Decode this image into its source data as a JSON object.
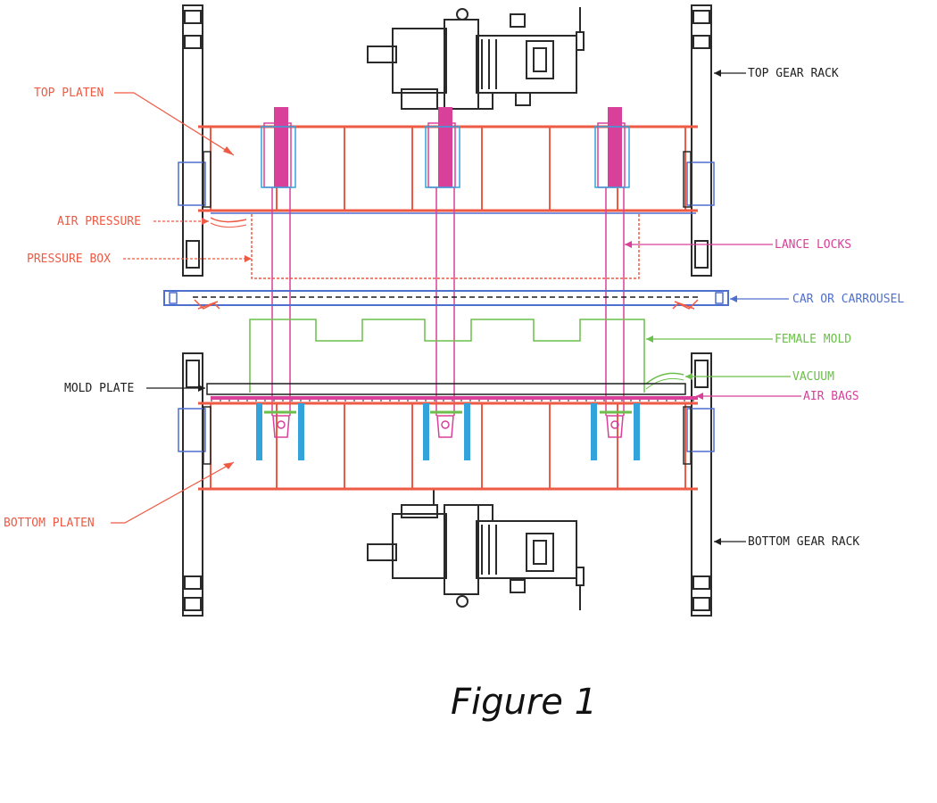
{
  "colors": {
    "red": "#ef5a44",
    "magenta": "#d8409a",
    "blue": "#4f6fcf",
    "cyan": "#34a3dc",
    "green": "#6cbf4a",
    "black": "#1f1f1f",
    "steel": "#3a3a3a"
  },
  "labels": {
    "top_platen": "TOP PLATEN",
    "air_pressure": "AIR PRESSURE",
    "pressure_box": "PRESSURE BOX",
    "top_gear_rack": "TOP GEAR RACK",
    "lance_locks": "LANCE LOCKS",
    "car_or_carrousel": "CAR OR CARROUSEL",
    "female_mold": "FEMALE MOLD",
    "vacuum": "VACUUM",
    "air_bags": "AIR BAGS",
    "mold_plate": "MOLD PLATE",
    "bottom_platen": "BOTTOM PLATEN",
    "bottom_gear_rack": "BOTTOM GEAR RACK"
  },
  "caption": "Figure 1"
}
